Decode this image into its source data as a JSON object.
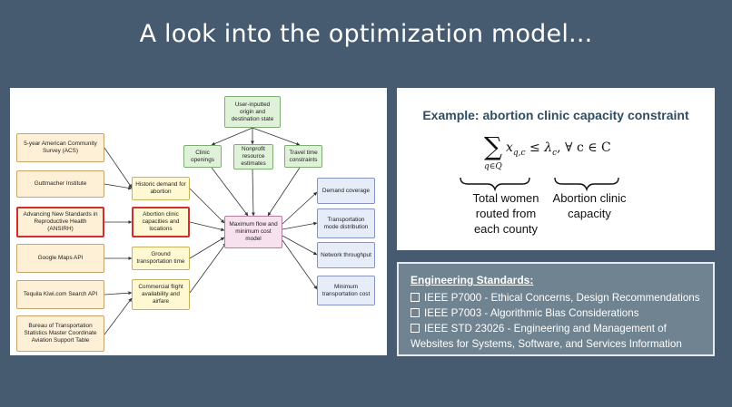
{
  "slide": {
    "title": "A look into the optimization model..."
  },
  "diagram": {
    "top_node": "User-inputted origin and destination state",
    "constraints": [
      "Clinic openings",
      "Nonprofit resource estimates",
      "Travel time constraints"
    ],
    "sources": [
      "5-year American Community Survey (ACS)",
      "Guttmacher Institute",
      "Advancing New Standards in Reproductive Health (ANSIRH)",
      "Google Maps API",
      "Tequila Kiwi.com Search API",
      "Bureau of Transportation Statistics Master Coordinate Aviation Support Table"
    ],
    "intermediates": [
      "Historic demand for abortion",
      "Abortion clinic capacities and locations",
      "Ground transportation time",
      "Commercial flight availability and airfare"
    ],
    "center": "Maximum flow and minimum cost model",
    "outputs": [
      "Demand coverage",
      "Transportation mode distribution",
      "Network throughput",
      "Minimum transportation cost"
    ],
    "colors": {
      "highlight_border": "#d22e2e",
      "source_fill": "#fdf0d6",
      "intermediate_fill": "#fff8d2",
      "constraint_fill": "#dff1d8",
      "output_fill": "#e7ecf9",
      "center_fill": "#f7e1ee"
    }
  },
  "example": {
    "title": "Example: abortion clinic capacity constraint",
    "formula": {
      "sum_symbol": "∑",
      "sum_subscript": "q∈Q",
      "lhs_var": "x",
      "lhs_sub": "q,c",
      "relation": "≤",
      "rhs_var": "λ",
      "rhs_sub": "c",
      "quantifier": ", ∀ c ∈ C"
    },
    "left_label": "Total women routed from each county",
    "right_label": "Abortion clinic capacity"
  },
  "standards": {
    "heading": "Engineering Standards:",
    "items": [
      "IEEE P7000 - Ethical Concerns, Design Recommendations",
      "IEEE P7003 - Algorithmic Bias Considerations",
      "IEEE STD 23026 - Engineering and Management of"
    ],
    "continuation": "Websites for Systems, Software, and Services Information"
  },
  "theme": {
    "background": "#465a70",
    "example_title_color": "#2e4e62",
    "standards_fill": "#6f8391"
  }
}
